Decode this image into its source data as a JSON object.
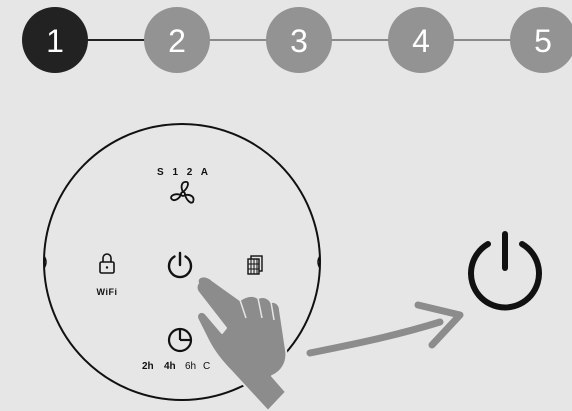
{
  "steps": [
    {
      "label": "1",
      "active": true
    },
    {
      "label": "2",
      "active": false
    },
    {
      "label": "3",
      "active": false
    },
    {
      "label": "4",
      "active": false
    },
    {
      "label": "5",
      "active": false
    }
  ],
  "colors": {
    "step_active": "#222222",
    "step_inactive": "#939393",
    "background": "#e6e6e6",
    "ink": "#111111",
    "hand": "#8c8c8c",
    "arrow": "#8c8c8c"
  },
  "panel": {
    "fan_modes_label": "S 1 2 A",
    "fan_icon": "fan-icon",
    "lock_icon": "lock-icon",
    "wifi_label": "WiFi",
    "power_icon": "power-icon",
    "filter_icon": "filter-icon",
    "timer_icon": "timer-icon",
    "timer_options": [
      {
        "label": "2h",
        "bold": true
      },
      {
        "label": "4h",
        "bold": true
      },
      {
        "label": "6h",
        "bold": false
      },
      {
        "label": "C",
        "bold": false
      }
    ]
  },
  "instruction": {
    "hand_icon": "pointing-hand-icon",
    "arrow_icon": "curved-arrow-icon",
    "result_icon": "large-power-icon"
  }
}
